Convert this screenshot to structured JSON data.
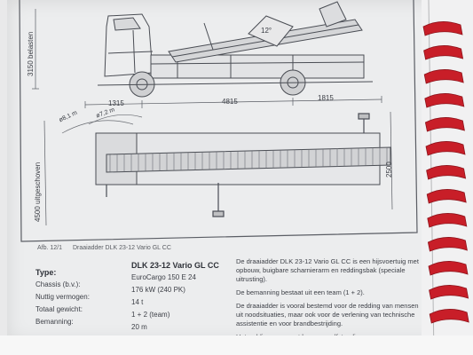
{
  "drawing": {
    "dim_height": "3150 belasten",
    "dim_angle": "12°",
    "dim_1315": "1315",
    "dim_4815": "4815",
    "dim_1815": "1815",
    "dim_width": "4500 uitgeschoven",
    "dim_2500": "2500",
    "dim_r1": "ø8,1 m",
    "dim_r2": "ø7,2 m"
  },
  "caption": {
    "number": "Afb. 12/1",
    "text": "Draaiadder DLK 23-12 Vario GL CC"
  },
  "specs": {
    "heading": "Type:",
    "model": "DLK 23-12 Vario GL CC",
    "labels": [
      "Chassis (b.v.):",
      "Nuttig vermogen:",
      "Totaal gewicht:",
      "Bemanning:"
    ],
    "values": [
      "EuroCargo 150 E 24",
      "176 kW (240 PK)",
      "14 t",
      "1 + 2 (team)",
      "20 m"
    ]
  },
  "description": [
    "De draaiadder DLK 23-12 Vario GL CC is een hijsvoertuig met opbouw, buigbare scharnierarm en reddingsbak (speciale uitrusting).",
    "De bemanning bestaat uit een team (1 + 2).",
    "De draaiadder is vooral bestemd voor de redding van mensen uit noodsituaties, maar ook voor de verlening van technische assistentie en voor brandbestrijding.",
    "Het reddingsapparaat kan een zelfstandig"
  ],
  "colors": {
    "paper": "#ecedee",
    "ink": "#3a3d44",
    "spiral": "#c81e28"
  }
}
